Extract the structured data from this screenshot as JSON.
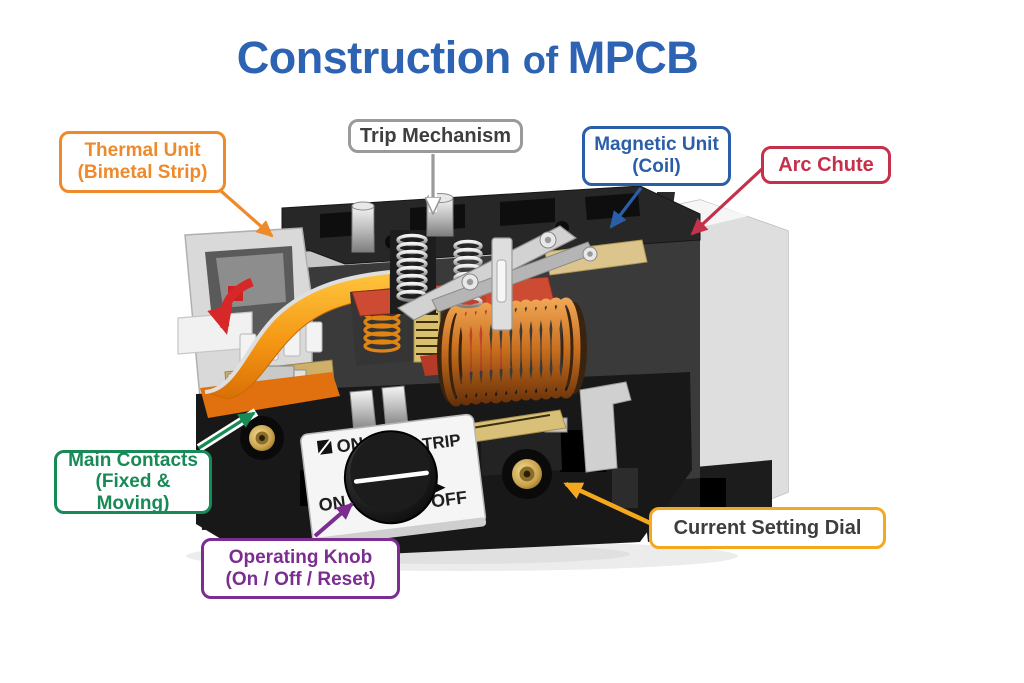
{
  "title": {
    "word1": "Construction",
    "word2": "of",
    "word3": "MPCB",
    "color": "#2d63b2"
  },
  "callouts": {
    "thermal": {
      "line1": "Thermal Unit",
      "line2": "(Bimetal Strip)",
      "color": "#ee8a2a"
    },
    "trip": {
      "line1": "Trip Mechanism",
      "border_color": "#9a9a9a",
      "text_color": "#3e3e3e"
    },
    "magnetic": {
      "line1": "Magnetic Unit",
      "line2": "(Coil)",
      "color": "#2a5ea9"
    },
    "arc": {
      "line1": "Arc Chute",
      "color": "#c5304a"
    },
    "contacts": {
      "line1": "Main Contacts",
      "line2": "(Fixed & Moving)",
      "color": "#178a56"
    },
    "knob": {
      "line1": "Operating Knob",
      "line2": "(On / Off / Reset)",
      "color": "#7b2d90"
    },
    "dial": {
      "line1": "Current Setting Dial",
      "border_color": "#f3a81d",
      "text_color": "#3e3e3e"
    }
  },
  "device": {
    "knob_panel": {
      "top_label": "ON",
      "right_label": "TRIP",
      "left_label": "ON",
      "bottom_label": "OFF"
    }
  }
}
